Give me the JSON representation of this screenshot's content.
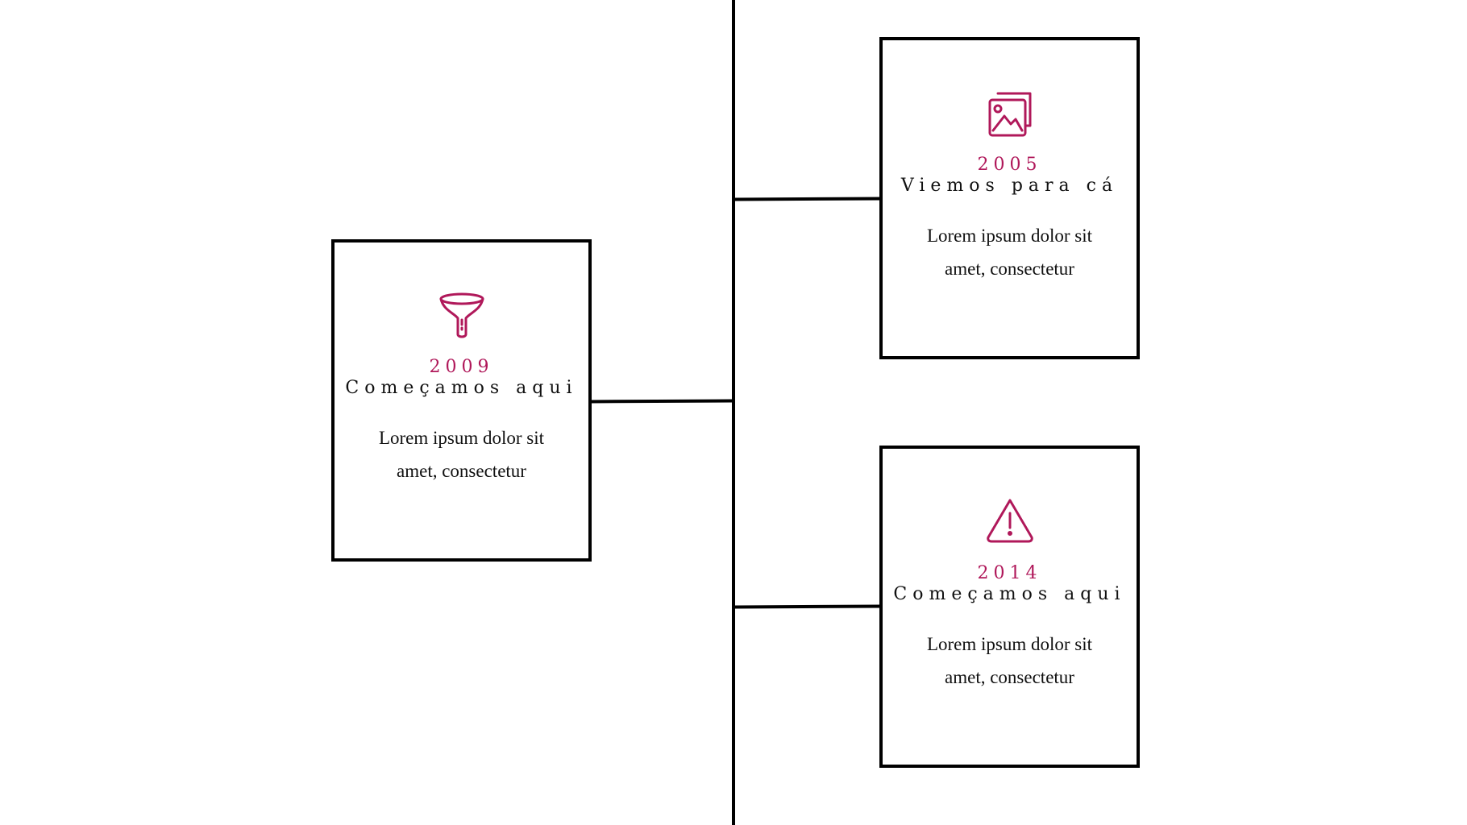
{
  "timeline": {
    "accent_color": "#b0185a",
    "line_color": "#000000",
    "events": [
      {
        "icon": "funnel-icon",
        "year": "2009",
        "title": "Começamos aqui",
        "text_line1": "Lorem ipsum dolor sit",
        "text_line2": "amet, consectetur"
      },
      {
        "icon": "images-icon",
        "year": "2005",
        "title": "Viemos para cá",
        "text_line1": "Lorem ipsum dolor sit",
        "text_line2": "amet, consectetur"
      },
      {
        "icon": "warning-icon",
        "year": "2014",
        "title": "Começamos aqui",
        "text_line1": "Lorem ipsum dolor sit",
        "text_line2": "amet, consectetur"
      }
    ]
  }
}
